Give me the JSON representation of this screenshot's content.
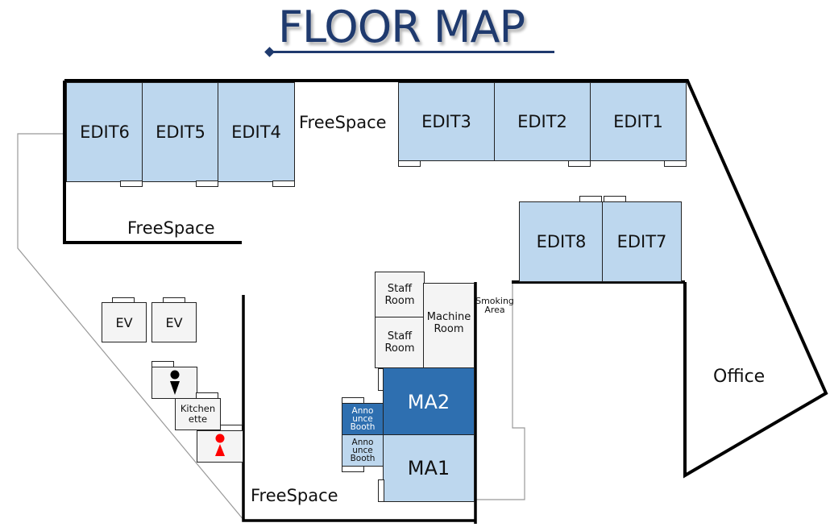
{
  "title": "FLOOR MAP",
  "rooms": {
    "edit1": "EDIT1",
    "edit2": "EDIT2",
    "edit3": "EDIT3",
    "edit4": "EDIT4",
    "edit5": "EDIT5",
    "edit6": "EDIT6",
    "edit7": "EDIT7",
    "edit8": "EDIT8",
    "ma1": "MA1",
    "ma2": "MA2",
    "staff_room_1": "Staff Room",
    "staff_room_2": "Staff Room",
    "machine_room": "Machine Room",
    "announce_booth_1": "Anno unce Booth",
    "announce_booth_2": "Anno unce Booth",
    "ev1": "EV",
    "ev2": "EV",
    "kitchenette": "Kitchen ette"
  },
  "areas": {
    "freespace_top": "FreeSpace",
    "freespace_left": "FreeSpace",
    "freespace_bottom": "FreeSpace",
    "smoking_area": "Smoking Area",
    "office": "Office"
  },
  "icons": {
    "mens_restroom": "male-restroom-icon",
    "womens_restroom": "female-restroom-icon"
  },
  "colors": {
    "title": "#1f3a6e",
    "edit_room": "#bdd7ee",
    "ma2": "#2e6fb0",
    "ma1": "#bdd7ee",
    "female_icon": "#ff0000"
  }
}
